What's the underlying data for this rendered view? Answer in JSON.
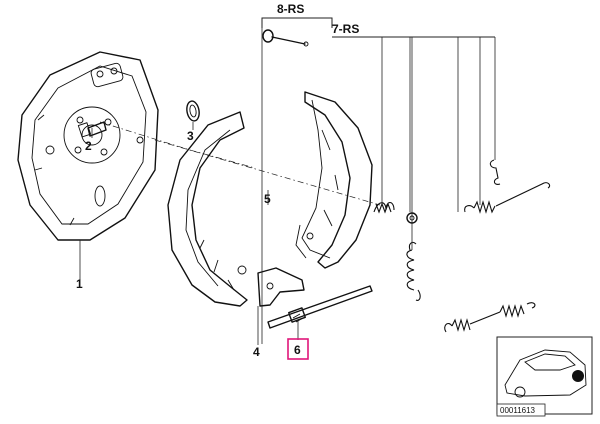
{
  "labels": {
    "p1": "1",
    "p2": "2",
    "p3": "3",
    "p4": "4",
    "p5": "5",
    "p6": "6",
    "g8": "8-RS",
    "g7": "7-RS"
  },
  "thumbnail": {
    "code": "00011613"
  },
  "colors": {
    "highlight": "#e0167a",
    "ink": "#111111"
  }
}
